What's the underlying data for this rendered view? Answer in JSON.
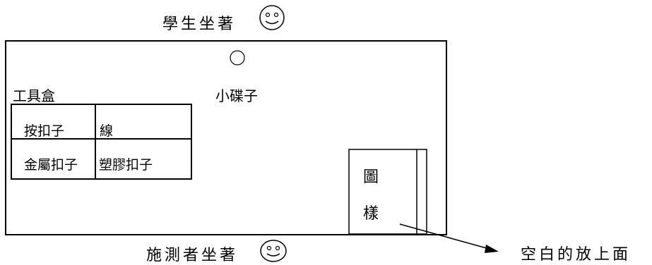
{
  "labels": {
    "student_seat": "學生坐著",
    "tester_seat": "施測者坐著",
    "toolbox": "工具盒",
    "small_dish": "小碟子",
    "blank_instruction": "空白的放上面",
    "pattern_top": "圖",
    "pattern_bottom": "樣"
  },
  "toolbox_cells": [
    [
      "按扣子",
      "線"
    ],
    [
      "金屬扣子",
      "塑膠扣子"
    ]
  ],
  "icons": [
    "smiley-face-icon",
    "smiley-face-icon",
    "circle-dish-icon",
    "arrow-right-icon"
  ]
}
